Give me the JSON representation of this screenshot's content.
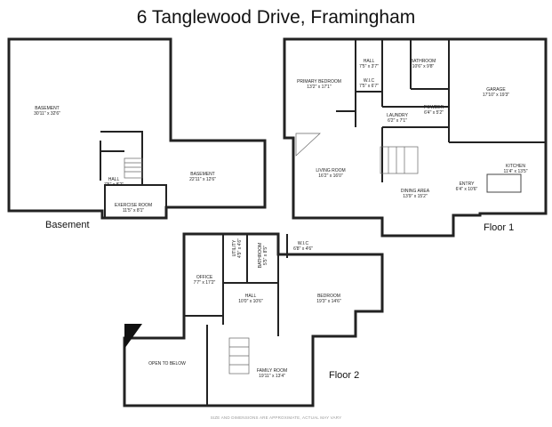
{
  "title": "6 Tanglewood Drive, Framingham",
  "floors": {
    "basement": {
      "label": "Basement",
      "rooms": [
        {
          "name": "BASEMENT",
          "dims": "30'11\" x 32'6\""
        },
        {
          "name": "HALL",
          "dims": "7'5\" x 8'2\""
        },
        {
          "name": "BASEMENT",
          "dims": "22'11\" x 12'6\""
        },
        {
          "name": "EXERCISE ROOM",
          "dims": "11'5\" x 8'1\""
        }
      ]
    },
    "floor1": {
      "label": "Floor 1",
      "rooms": [
        {
          "name": "PRIMARY BEDROOM",
          "dims": "13'2\" x 17'1\""
        },
        {
          "name": "HALL",
          "dims": "7'5\" x 3'7\""
        },
        {
          "name": "BATHROOM",
          "dims": "10'6\" x 9'8\""
        },
        {
          "name": "W.I.C",
          "dims": "7'5\" x 6'7\""
        },
        {
          "name": "GARAGE",
          "dims": "17'10\" x 19'3\""
        },
        {
          "name": "POWDER",
          "dims": "6'4\" x 5'2\""
        },
        {
          "name": "LAUNDRY",
          "dims": "6'2\" x 7'1\""
        },
        {
          "name": "LIVING ROOM",
          "dims": "16'2\" x 16'0\""
        },
        {
          "name": "KITCHEN",
          "dims": "11'4\" x 13'5\""
        },
        {
          "name": "ENTRY",
          "dims": "6'4\" x 10'6\""
        },
        {
          "name": "DINING AREA",
          "dims": "13'9\" x 15'2\""
        }
      ]
    },
    "floor2": {
      "label": "Floor 2",
      "rooms": [
        {
          "name": "UTILITY",
          "dims": "4'9\" x 4'6\""
        },
        {
          "name": "BATHROOM",
          "dims": "5'5\" x 8'5\""
        },
        {
          "name": "W.I.C",
          "dims": "6'8\" x 4'6\""
        },
        {
          "name": "OFFICE",
          "dims": "7'7\" x 17'2\""
        },
        {
          "name": "HALL",
          "dims": "10'0\" x 10'6\""
        },
        {
          "name": "BEDROOM",
          "dims": "19'3\" x 14'6\""
        },
        {
          "name": "OPEN TO BELOW",
          "dims": ""
        },
        {
          "name": "FAMILY ROOM",
          "dims": "19'11\" x 13'4\""
        }
      ]
    }
  },
  "disclaimer": "SIZE AND DIMENSIONS ARE APPROXIMATE, ACTUAL MAY VARY"
}
